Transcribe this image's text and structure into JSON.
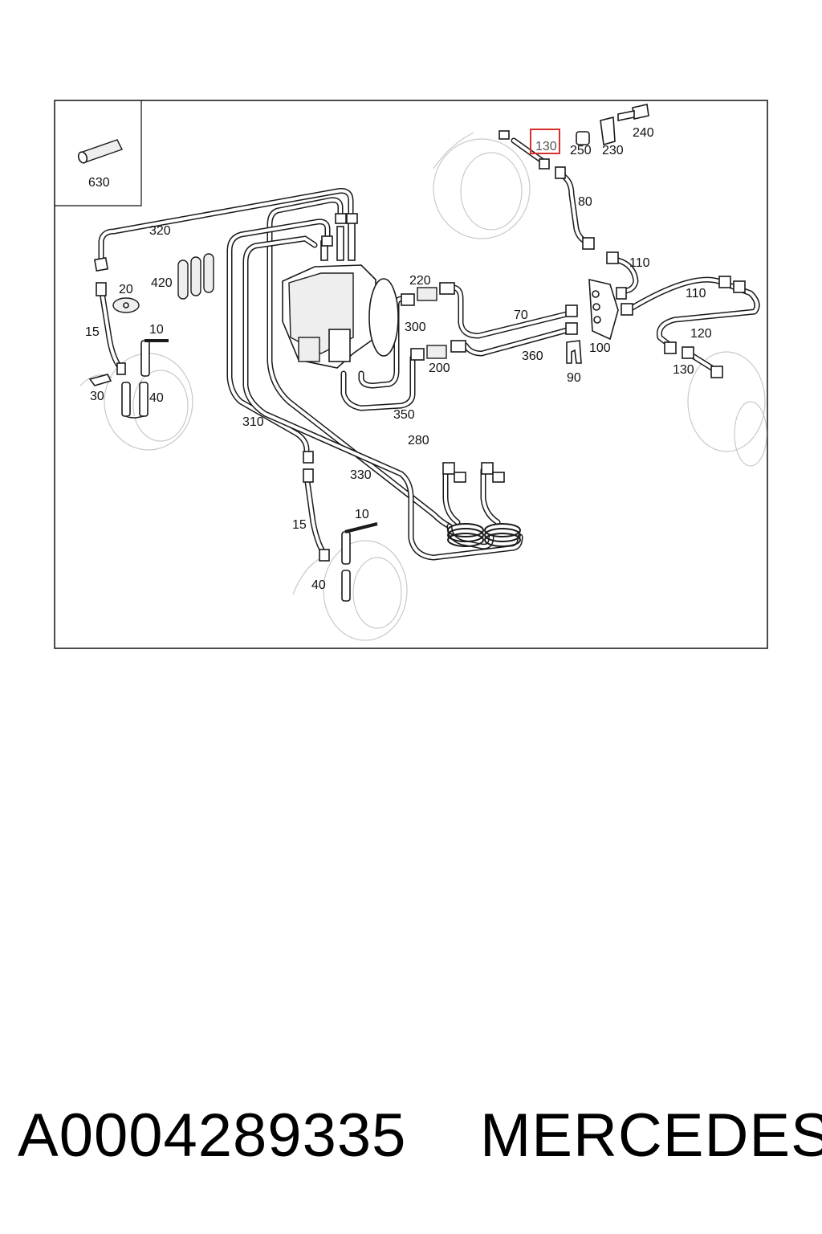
{
  "parts": [
    {
      "id": "p630",
      "text": "630"
    },
    {
      "id": "p320",
      "text": "320"
    },
    {
      "id": "p420",
      "text": "420"
    },
    {
      "id": "p20",
      "text": "20"
    },
    {
      "id": "p15a",
      "text": "15"
    },
    {
      "id": "p10a",
      "text": "10"
    },
    {
      "id": "p30",
      "text": "30"
    },
    {
      "id": "p40a",
      "text": "40"
    },
    {
      "id": "p310",
      "text": "310"
    },
    {
      "id": "p330",
      "text": "330"
    },
    {
      "id": "p15b",
      "text": "15"
    },
    {
      "id": "p10b",
      "text": "10"
    },
    {
      "id": "p40b",
      "text": "40"
    },
    {
      "id": "p280",
      "text": "280"
    },
    {
      "id": "p350",
      "text": "350"
    },
    {
      "id": "p300",
      "text": "300"
    },
    {
      "id": "p220",
      "text": "220"
    },
    {
      "id": "p200",
      "text": "200"
    },
    {
      "id": "p70",
      "text": "70"
    },
    {
      "id": "p360",
      "text": "360"
    },
    {
      "id": "p90",
      "text": "90"
    },
    {
      "id": "p100",
      "text": "100"
    },
    {
      "id": "p130a",
      "text": "130"
    },
    {
      "id": "p250",
      "text": "250"
    },
    {
      "id": "p230",
      "text": "230"
    },
    {
      "id": "p240",
      "text": "240"
    },
    {
      "id": "p80",
      "text": "80"
    },
    {
      "id": "p110a",
      "text": "110"
    },
    {
      "id": "p110b",
      "text": "110"
    },
    {
      "id": "p120",
      "text": "120"
    },
    {
      "id": "p130b",
      "text": "130"
    }
  ],
  "highlight": {
    "part": "130",
    "color": "#d9302c"
  },
  "footer": {
    "part_number": "A0004289335",
    "brand": "MERCEDES"
  }
}
